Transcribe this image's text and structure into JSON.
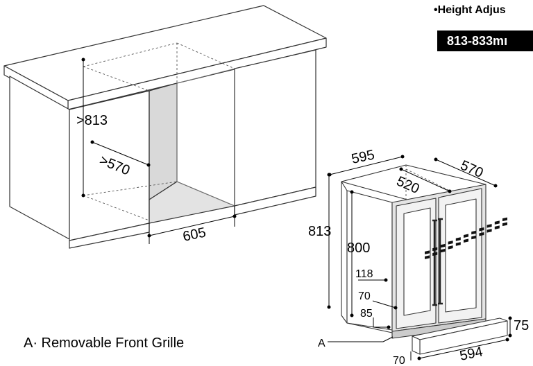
{
  "height_adjust": {
    "title": "•Height Adjus",
    "value": "813-833mı"
  },
  "legend": "A· Removable Front Grille",
  "cabinet_dims": {
    "height": ">813",
    "depth": ">570",
    "width": "605"
  },
  "unit_dims": {
    "width": "595",
    "depth": "570",
    "inner_depth": "520",
    "height_total": "813",
    "height_body": "800",
    "vent_118": "118",
    "vent_70": "70",
    "vent_85": "85",
    "grille_height": "75",
    "grille_width": "594",
    "grille_depth": "70",
    "grille_label": "A"
  }
}
